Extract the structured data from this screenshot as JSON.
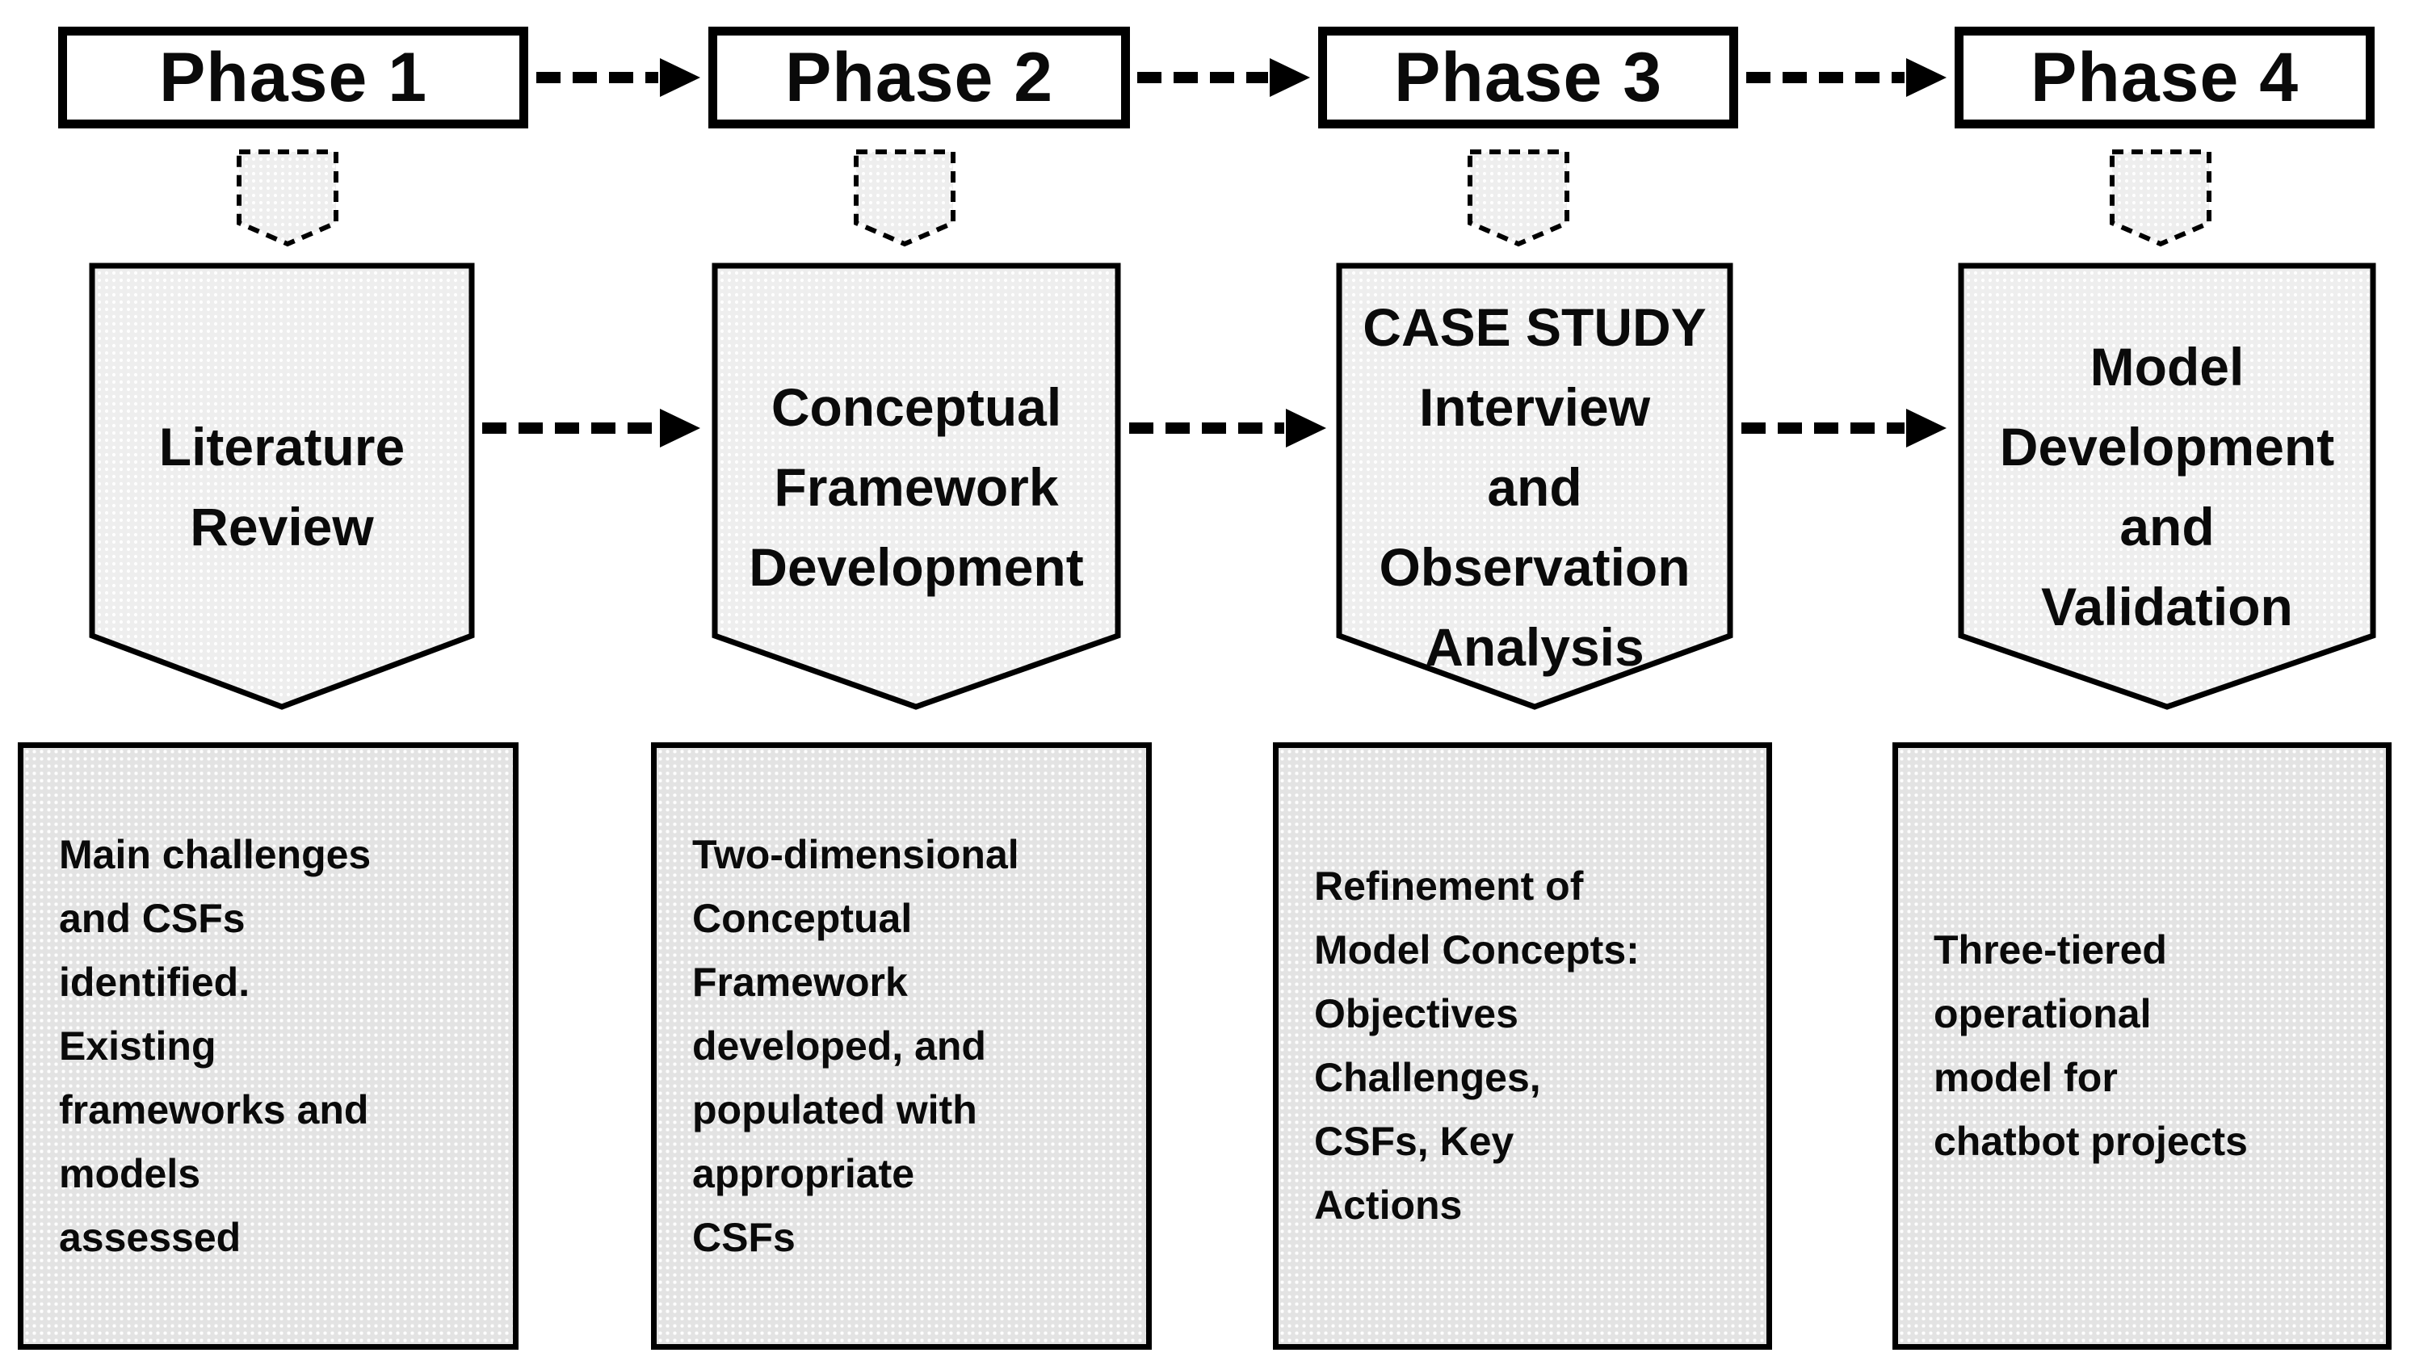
{
  "phases": [
    {
      "label": "Phase 1",
      "activity": "Literature\nReview",
      "outcome": "Main challenges\nand CSFs\nidentified.\nExisting\nframeworks and\nmodels\nassessed"
    },
    {
      "label": "Phase 2",
      "activity": "Conceptual\nFramework\nDevelopment",
      "outcome": "Two-dimensional\nConceptual\nFramework\ndeveloped, and\npopulated with\nappropriate\nCSFs"
    },
    {
      "label": "Phase 3",
      "activity": "CASE STUDY\nInterview\nand\nObservation\nAnalysis",
      "outcome": "Refinement of\nModel Concepts:\nObjectives\nChallenges,\nCSFs, Key\nActions"
    },
    {
      "label": "Phase 4",
      "activity": "Model\nDevelopment\nand\nValidation",
      "outcome": "Three-tiered\noperational\nmodel for\nchatbot projects"
    }
  ],
  "icons": {
    "flow_arrow": "dashed-right-arrow",
    "drop_marker": "dotted-shield-down"
  },
  "colors": {
    "background": "#ffffff",
    "border": "#000000",
    "text": "#0a0a0a",
    "activity_fill": "#eeeeee",
    "outcome_fill": "#e3e3e3",
    "pattern_dot": "#ffffff"
  }
}
